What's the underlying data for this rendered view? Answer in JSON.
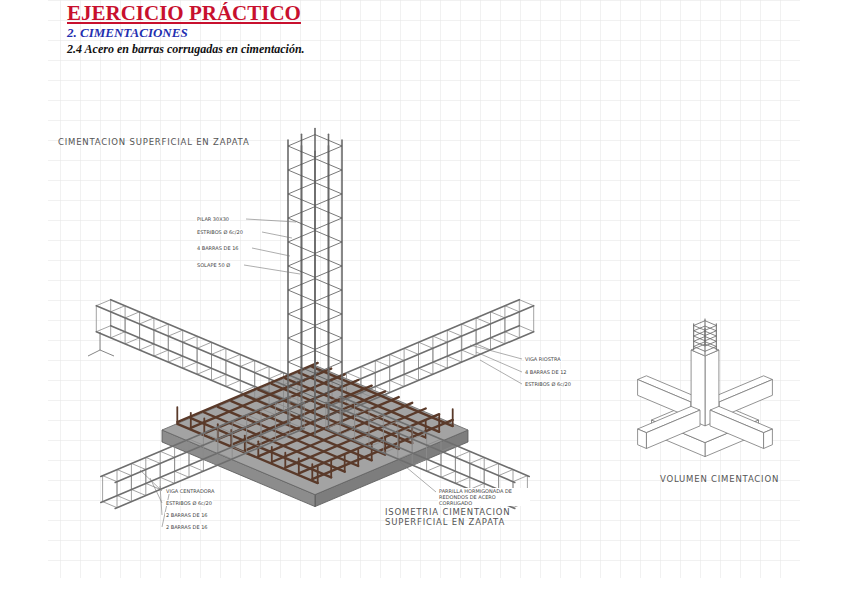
{
  "diagram": {
    "title": "EJERCICIO PRÁCTICO",
    "labels": [
      "2. CIMENTACIONES",
      "2.4 Acero en barras corrugadas en cimentación.",
      "CIMENTACION SUPERFICIAL EN ZAPATA",
      "PILAR 30X30",
      "ESTRIBOS Ø 6c/20",
      "4 BARRAS DE 16",
      "SOLAPE 50 Ø",
      "VIGA RIOSTRA",
      "4 BARRAS DE 12",
      "ESTRIBOS Ø 6c/20",
      "VIGA CENTRADORA",
      "ESTRIBOS Ø 6c/20",
      "2 BARRAS DE 16",
      "2 BARRAS DE 16",
      "PARRILLA HORMIGONADA DE REDONDOS DE ACERO CORRUGADO",
      "ISOMETRIA CIMENTACION SUPERFICIAL EN ZAPATA",
      "VOLUMEN CIMENTACION"
    ]
  }
}
